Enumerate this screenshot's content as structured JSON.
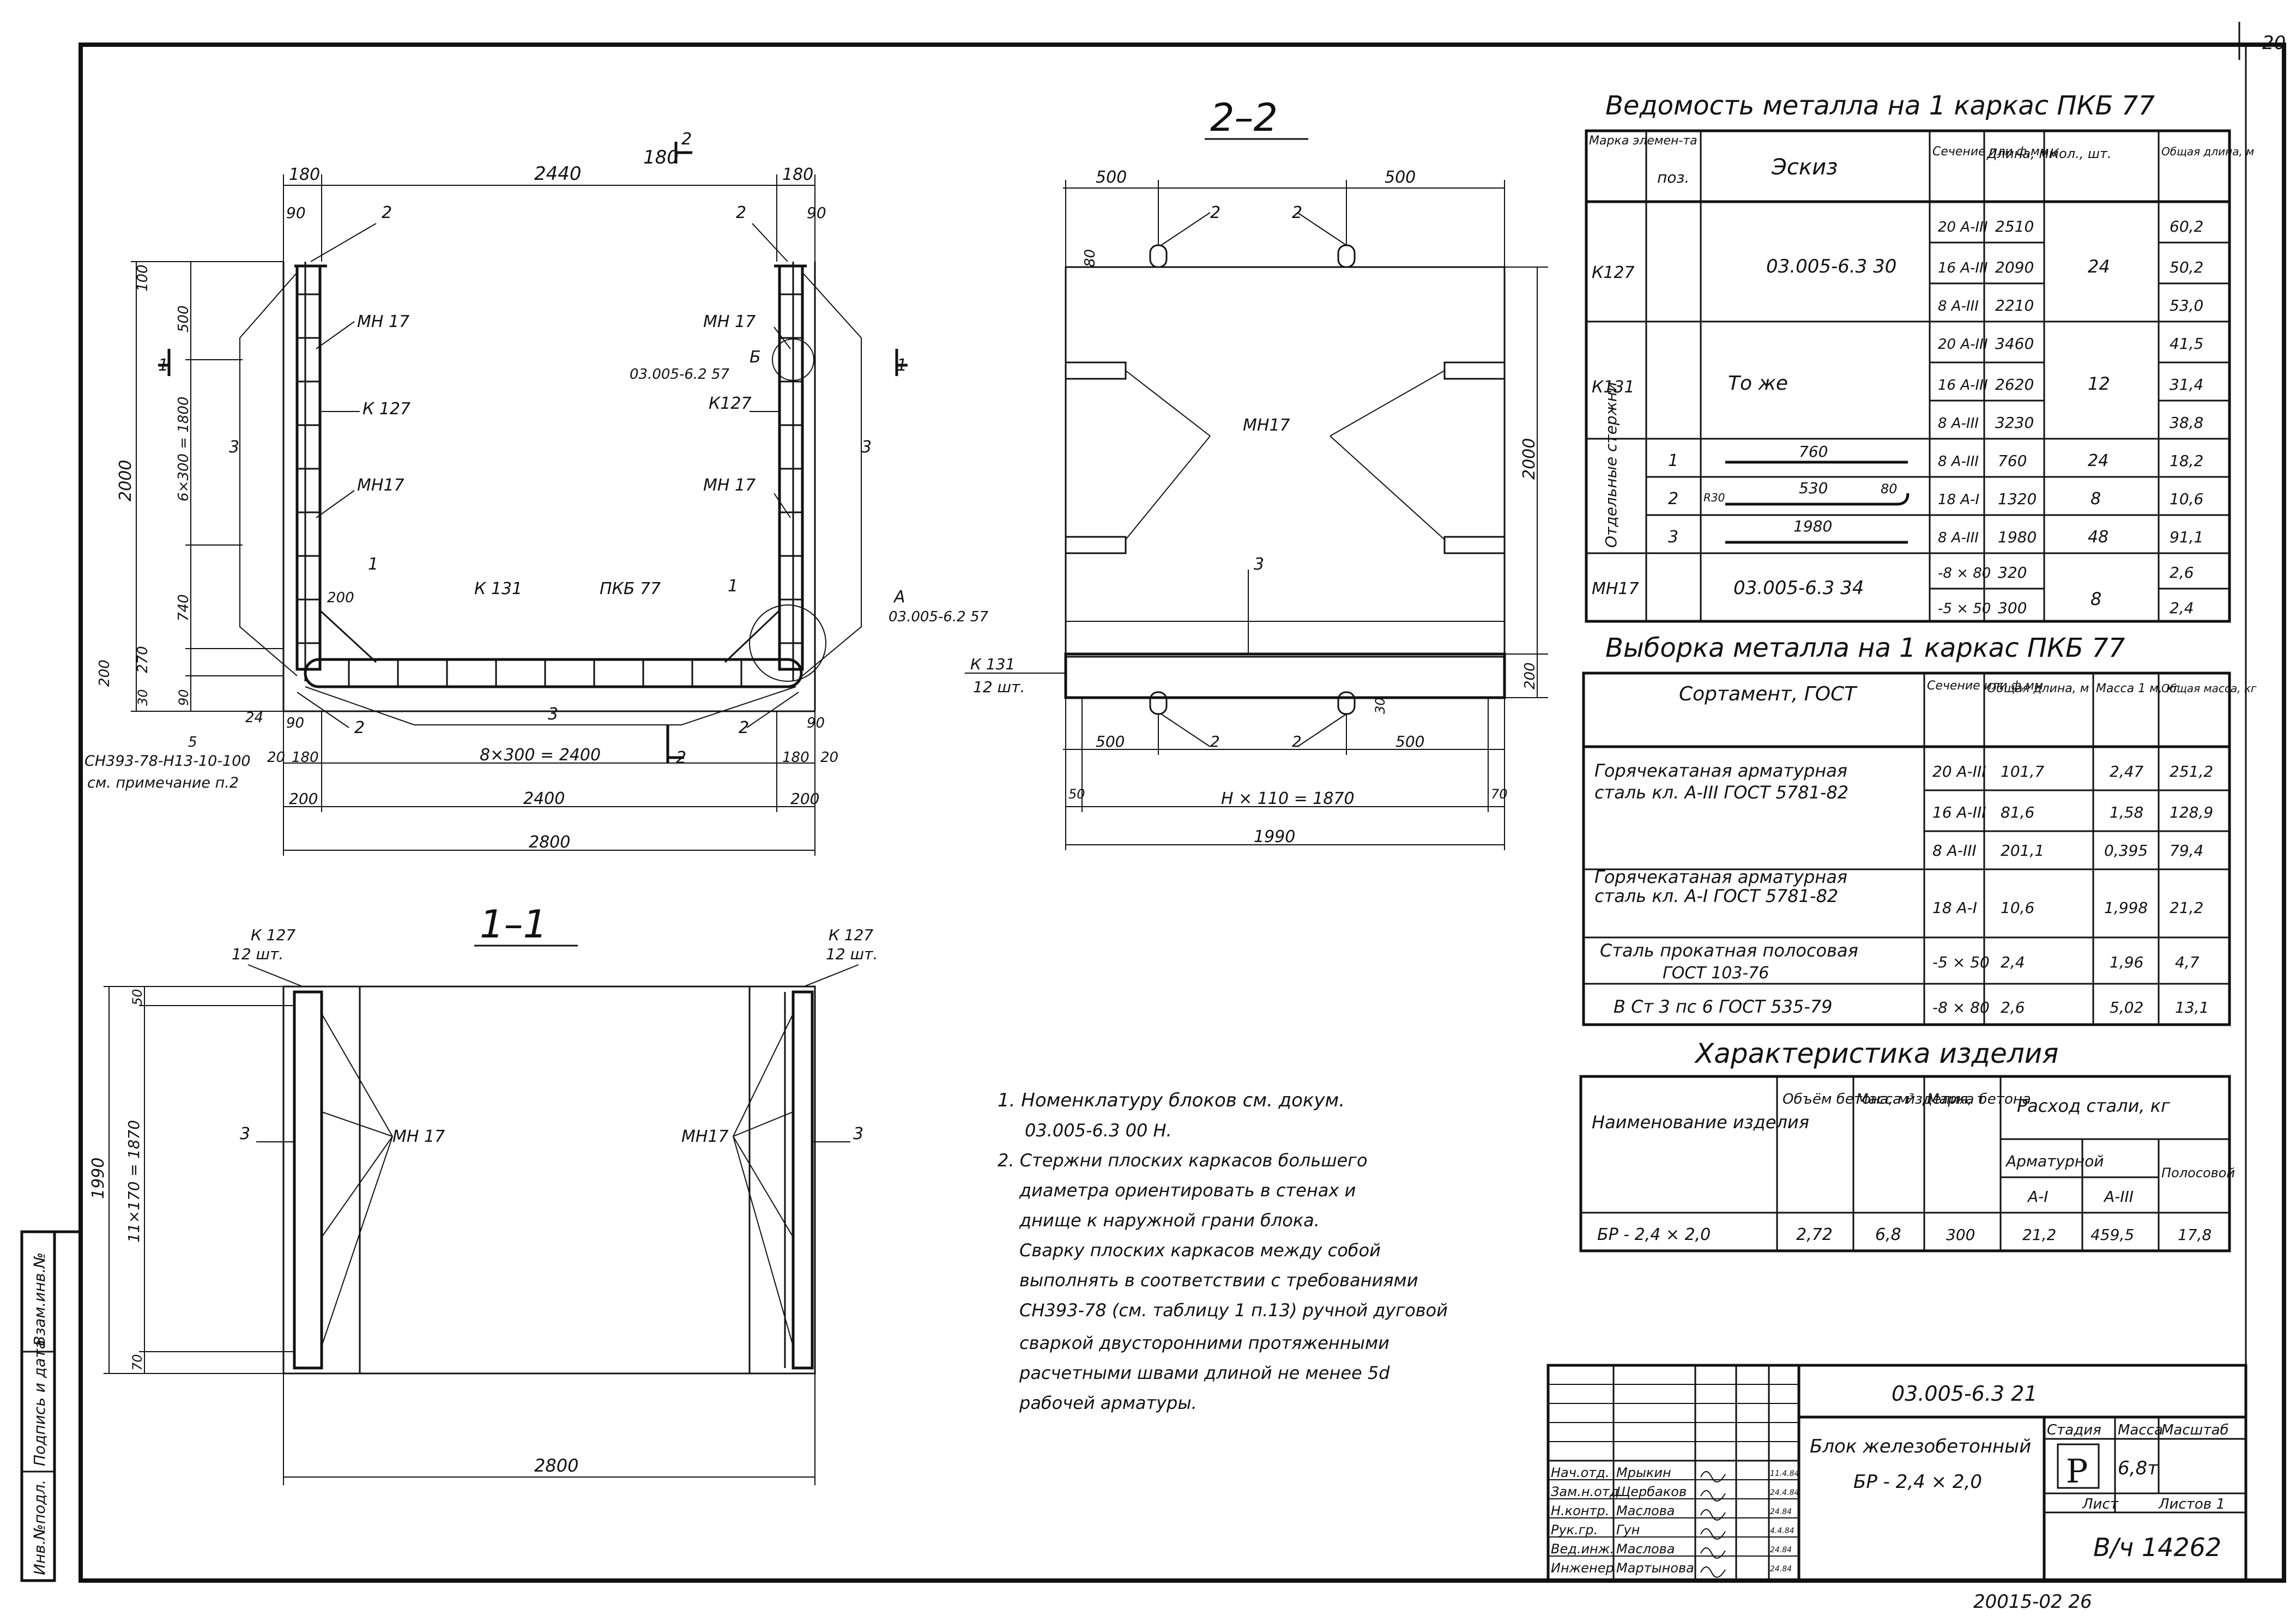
{
  "corner_page_no": "20",
  "section_2_2_title": "2–2",
  "section_1_1_title": "1–1",
  "plan": {
    "dims_top": [
      "180",
      "2440",
      "180"
    ],
    "dims_bottom_rows": [
      [
        "20",
        "180",
        "8×300 = 2400",
        "180",
        "20"
      ],
      [
        "200",
        "2400",
        "200"
      ],
      [
        "2800"
      ]
    ],
    "dims_left_outer": "2000",
    "dims_left_inner": [
      "100",
      "500",
      "6×300 = 1800",
      "740",
      "270",
      "200",
      "30",
      "90"
    ],
    "dim_90": "90",
    "dim_200": "200",
    "labels": {
      "pos2a": "2",
      "pos2b": "2",
      "pos2c": "2",
      "pos2d": "2",
      "pos3_left": "3",
      "pos3_right": "3",
      "pos3_bottom": "3",
      "pos1a": "1",
      "pos1b": "1",
      "mn17_1": "МН 17",
      "mn17_2": "МН17",
      "mn17_3": "МН 17",
      "mn17_4": "МН 17",
      "k127_1": "К 127",
      "k127_2": "К127",
      "k131": "К 131",
      "pkb77": "ПКБ 77",
      "node_b": "Б",
      "node_b_ref": "03.005-6.2  57",
      "node_a": "А",
      "node_a_ref": "03.005-6.2  57",
      "cut2_top": "2",
      "cut2_bottom": "2",
      "cut1_left": "1",
      "cut1_right": "1",
      "weld_num": "5",
      "weld_sub": "24",
      "weld_note_1": "СН393-78-Н13-10-100",
      "weld_note_2": "см. примечание п.2"
    }
  },
  "section22": {
    "dims_top": [
      "500",
      "500"
    ],
    "dim_80": "80",
    "dim_right": "2000",
    "dim_right_small": "200",
    "dims_bottom": [
      "500",
      "500"
    ],
    "dim_30": "30",
    "dim_50": "50",
    "dim_70": "70",
    "dim_spacing": "Н × 110 = 1870",
    "dim_total": "1990",
    "labels": {
      "pos2a": "2",
      "pos2b": "2",
      "pos2c": "2",
      "pos2d": "2",
      "mn17": "МН17",
      "pos3": "3",
      "k131": "К 131",
      "k131_qty": "12 шт."
    }
  },
  "section11": {
    "k127_left": "К 127",
    "k127_left_qty": "12 шт.",
    "k127_right": "К 127",
    "k127_right_qty": "12 шт.",
    "dim_left_outer": "1990",
    "dim_left_inner": "11×170 = 1870",
    "dim_50": "50",
    "dim_70": "70",
    "pos3_left": "3",
    "pos3_right": "3",
    "mn17_left": "МН 17",
    "mn17_right": "МН17",
    "dim_bottom": "2800"
  },
  "notes": [
    "1. Номенклатуру          блоков см. докум.",
    "03.005-6.3  00 Н.",
    "2. Стержни плоских каркасов большего",
    "диаметра ориентировать в стенах и",
    "днище к наружной грани блока.",
    "Сварку плоских каркасов между собой",
    "выполнять в соответствии с требованиями",
    "СН393-78 (см. таблицу 1 п.13) ручной дуговой",
    "сваркой двусторонними протяженными",
    "расчетными швами длиной не менее 5d",
    "рабочей арматуры."
  ],
  "vedomost": {
    "title": "Ведомость металла на 1 каркас  ПКБ 77",
    "headers": [
      "Марка элемен-та",
      "поз.",
      "Эскиз",
      "Сечение или ф,мм",
      "Длина, мм",
      "Кол., шт.",
      "Общая длина, м"
    ],
    "k127": {
      "mark": "К127",
      "sketch": "03.005-6.3  30",
      "rows": [
        [
          "20 А-III",
          "2510",
          "60,2"
        ],
        [
          "16 А-III",
          "2090",
          "50,2"
        ],
        [
          "8 А-III",
          "2210",
          "53,0"
        ]
      ],
      "qty": "24"
    },
    "k131": {
      "mark": "К131",
      "sketch": "То же",
      "rows": [
        [
          "20 А-III",
          "3460",
          "41,5"
        ],
        [
          "16 А-III",
          "2620",
          "31,4"
        ],
        [
          "8 А-III",
          "3230",
          "38,8"
        ]
      ],
      "qty": "12"
    },
    "separate_label": "Отдельные стержни",
    "separate": [
      {
        "pos": "1",
        "sketch_dim": "760",
        "sec": "8 А-III",
        "len": "760",
        "qty": "24",
        "total": "18,2"
      },
      {
        "pos": "2",
        "sketch_dim": "530",
        "sketch_dim2": "80",
        "sketch_dim3": "R30",
        "sec": "18 А-I",
        "len": "1320",
        "qty": "8",
        "total": "10,6"
      },
      {
        "pos": "3",
        "sketch_dim": "1980",
        "sec": "8 А-III",
        "len": "1980",
        "qty": "48",
        "total": "91,1"
      }
    ],
    "mn17": {
      "mark": "МН17",
      "sketch": "03.005-6.3  34",
      "rows": [
        [
          "-8 × 80",
          "320",
          "2,6"
        ],
        [
          "-5 × 50",
          "300",
          "2,4"
        ]
      ],
      "qty": "8"
    }
  },
  "vyborka": {
    "title": "Выборка металла на 1 каркас  ПКБ 77",
    "headers": [
      "Сортамент, ГОСТ",
      "Сечение или ф,мм",
      "Общая длина, м",
      "Масса 1 м, кг",
      "Общая масса, кг"
    ],
    "groups": [
      {
        "name_lines": [
          "Горячекатаная арматурная",
          "сталь кл. А-III  ГОСТ 5781-82"
        ],
        "rows": [
          [
            "20 А-III",
            "101,7",
            "2,47",
            "251,2"
          ],
          [
            "16 А-III",
            "81,6",
            "1,58",
            "128,9"
          ],
          [
            "8 А-III",
            "201,1",
            "0,395",
            "79,4"
          ]
        ]
      },
      {
        "name_lines": [
          "Горячекатаная арматурная",
          "сталь кл. А-I  ГОСТ 5781-82"
        ],
        "rows": [
          [
            "18 А-I",
            "10,6",
            "1,998",
            "21,2"
          ]
        ]
      },
      {
        "name_lines": [
          "Сталь прокатная полосовая",
          "ГОСТ 103-76"
        ],
        "rows": [
          [
            "-5 × 50",
            "2,4",
            "1,96",
            "4,7"
          ]
        ]
      },
      {
        "name_lines": [
          "В Ст 3 пс 6  ГОСТ 535-79"
        ],
        "rows": [
          [
            "-8 × 80",
            "2,6",
            "5,02",
            "13,1"
          ]
        ]
      }
    ]
  },
  "harakteristika": {
    "title": "Характеристика изделия",
    "h_name": "Наименование изделия",
    "h_volume": "Объём бетона, м³",
    "h_mass": "Масса изделия, т",
    "h_grade": "Марка бетона",
    "h_steel": "Расход стали, кг",
    "h_rebar": "Арматурной",
    "h_a1": "А-I",
    "h_a3": "А-III",
    "h_strip": "Полосовой",
    "row": [
      "БР - 2,4 × 2,0",
      "2,72",
      "6,8",
      "300",
      "21,2",
      "459,5",
      "17,8"
    ]
  },
  "stamp": {
    "doc_no": "03.005-6.3  21",
    "title_1": "Блок железобетонный",
    "title_2": "БР - 2,4 × 2,0",
    "h_stage": "Стадия",
    "h_mass": "Масса",
    "h_scale": "Масштаб",
    "stage": "Р",
    "mass": "6,8т",
    "sheet_label": "Лист",
    "sheets_label": "Листов 1",
    "inv": "В/ч 14262",
    "people": [
      [
        "Нач.отд.",
        "Мрыкин",
        "11.4.84"
      ],
      [
        "Зам.н.отд.",
        "Щербаков",
        "24.4.84"
      ],
      [
        "Н.контр.",
        "Маслова",
        "24.84"
      ],
      [
        "Рук.гр.",
        "Гун",
        "4.4.84"
      ],
      [
        "Вед.инж.",
        "Маслова",
        "24.84"
      ],
      [
        "Инженер",
        "Мартынова",
        "24.84"
      ]
    ]
  },
  "side_stamp": [
    "Инв.№подл.",
    "Подпись и дата",
    "Взам.инв.№"
  ],
  "footer_code": "20015-02   26"
}
